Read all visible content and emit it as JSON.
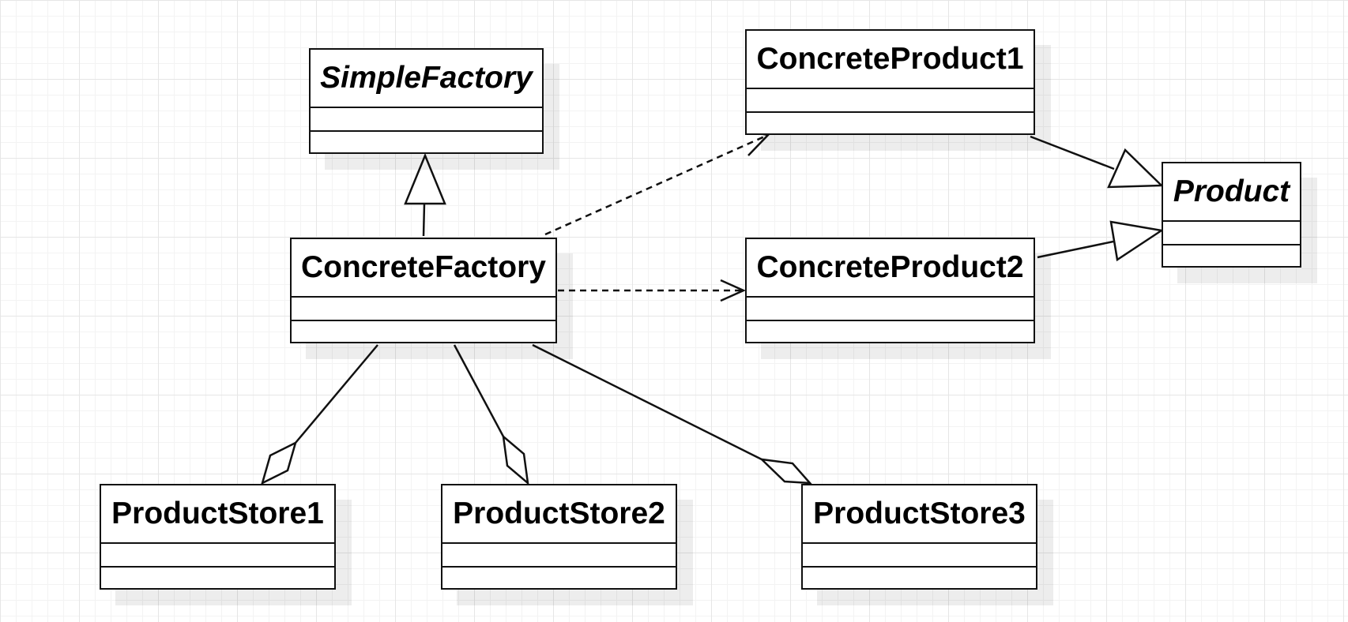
{
  "diagram": {
    "classes": {
      "simple_factory": {
        "name": "SimpleFactory",
        "abstract": true
      },
      "concrete_factory": {
        "name": "ConcreteFactory",
        "abstract": false
      },
      "concrete_product1": {
        "name": "ConcreteProduct1",
        "abstract": false
      },
      "concrete_product2": {
        "name": "ConcreteProduct2",
        "abstract": false
      },
      "product": {
        "name": "Product",
        "abstract": true
      },
      "product_store1": {
        "name": "ProductStore1",
        "abstract": false
      },
      "product_store2": {
        "name": "ProductStore2",
        "abstract": false
      },
      "product_store3": {
        "name": "ProductStore3",
        "abstract": false
      }
    },
    "relations": [
      {
        "type": "generalization",
        "from": "ConcreteFactory",
        "to": "SimpleFactory"
      },
      {
        "type": "dependency",
        "from": "ConcreteFactory",
        "to": "ConcreteProduct1"
      },
      {
        "type": "dependency",
        "from": "ConcreteFactory",
        "to": "ConcreteProduct2"
      },
      {
        "type": "generalization",
        "from": "ConcreteProduct1",
        "to": "Product"
      },
      {
        "type": "generalization",
        "from": "ConcreteProduct2",
        "to": "Product"
      },
      {
        "type": "aggregation",
        "from": "ConcreteFactory",
        "to": "ProductStore1"
      },
      {
        "type": "aggregation",
        "from": "ConcreteFactory",
        "to": "ProductStore2"
      },
      {
        "type": "aggregation",
        "from": "ConcreteFactory",
        "to": "ProductStore3"
      }
    ],
    "colors": {
      "line": "#111111",
      "grid_major": "#e6e6e6",
      "grid_minor": "#f3f3f3",
      "shadow": "#ededed"
    }
  }
}
